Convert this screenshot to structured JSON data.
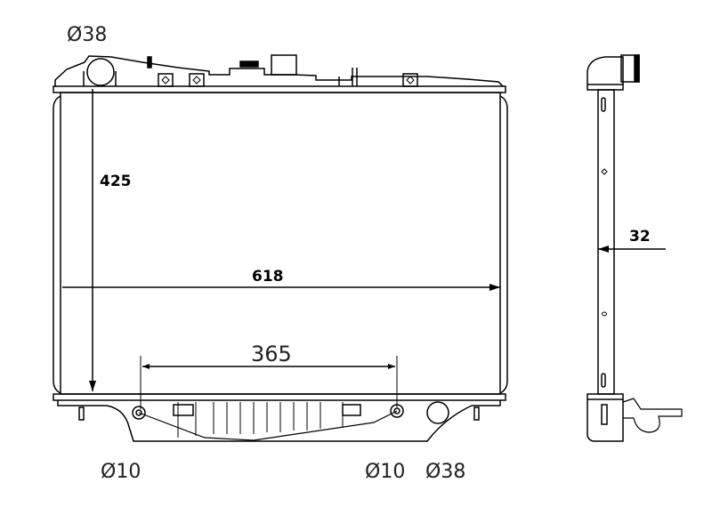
{
  "drawing": {
    "front_view": {
      "top_inlet_diameter": "Ø38",
      "height_dimension": "425",
      "width_dimension": "618",
      "mount_spacing_dimension": "365",
      "bottom_left_fitting": "Ø10",
      "bottom_right_fitting": "Ø10",
      "bottom_outlet_diameter": "Ø38"
    },
    "side_view": {
      "core_thickness_dimension": "32"
    },
    "line_color": "#000000",
    "background_color": "#ffffff"
  }
}
